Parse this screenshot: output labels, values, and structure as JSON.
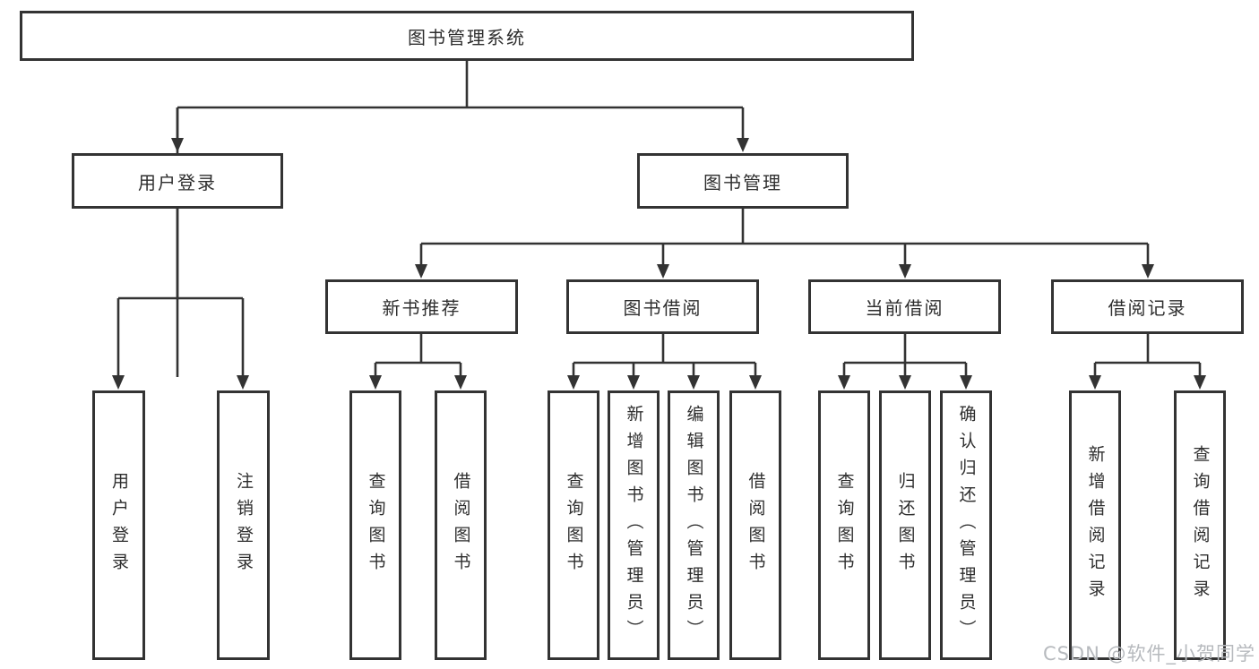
{
  "diagram_title": "图书管理系统",
  "tree": {
    "label": "图书管理系统",
    "children": [
      {
        "label": "用户登录",
        "children": [
          {
            "label": "用户登录"
          },
          {
            "label": "注销登录"
          }
        ]
      },
      {
        "label": "图书管理",
        "children": [
          {
            "label": "新书推荐",
            "children": [
              {
                "label": "查询图书"
              },
              {
                "label": "借阅图书"
              }
            ]
          },
          {
            "label": "图书借阅",
            "children": [
              {
                "label": "查询图书"
              },
              {
                "label": "新增图书（管理员）"
              },
              {
                "label": "编辑图书（管理员）"
              },
              {
                "label": "借阅图书"
              }
            ]
          },
          {
            "label": "当前借阅",
            "children": [
              {
                "label": "查询图书"
              },
              {
                "label": "归还图书"
              },
              {
                "label": "确认归还（管理员）"
              }
            ]
          },
          {
            "label": "借阅记录",
            "children": [
              {
                "label": "新增借阅记录"
              },
              {
                "label": "查询借阅记录"
              }
            ]
          }
        ]
      }
    ]
  },
  "watermark": {
    "text": "CSDN @软件_小贺同学"
  },
  "colors": {
    "line": "#333333",
    "box_border": "#333333",
    "text": "#2e2e2e",
    "background": "#ffffff",
    "watermark": "#b7babe"
  }
}
